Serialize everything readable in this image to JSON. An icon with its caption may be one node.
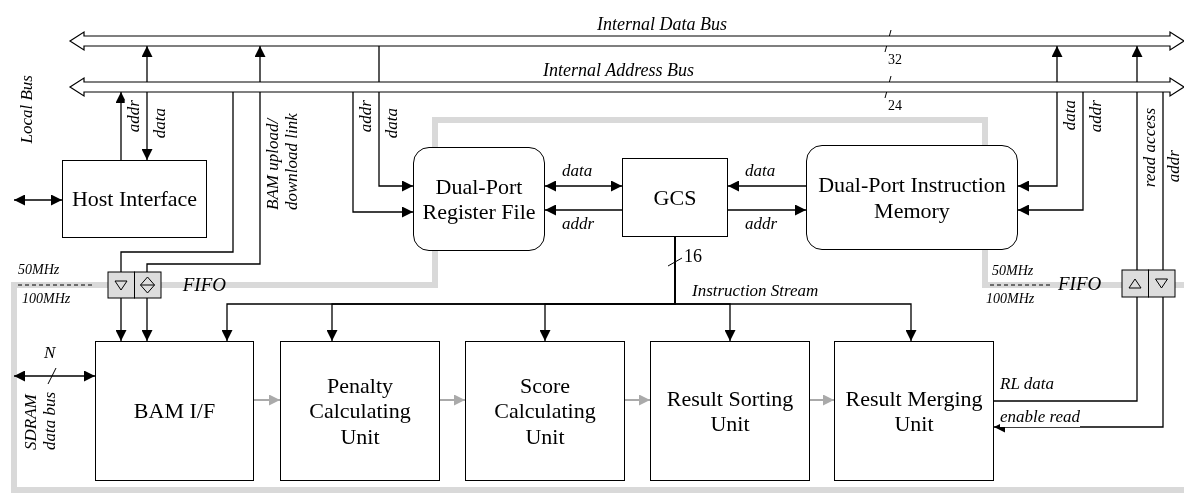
{
  "diagram": {
    "nodes": [
      {
        "text": [
          "Internal Data Bus"
        ],
        "beside": [
          "32"
        ]
      },
      {
        "text": [
          "Internal Address Bus"
        ],
        "beside": [
          "24"
        ]
      },
      {
        "text": [
          "Host Interface"
        ]
      },
      {
        "text": [
          "Dual-Port Register File"
        ]
      },
      {
        "text": [
          "GCS"
        ]
      },
      {
        "text": [
          "Dual-Port Instruction Memory"
        ]
      },
      {
        "text": [
          "FIFO"
        ]
      },
      {
        "text": [
          "FIFO"
        ]
      },
      {
        "text": [
          "BAM I/F"
        ]
      },
      {
        "text": [
          "Penalty Calculating Unit"
        ]
      },
      {
        "text": [
          "Score Calculating Unit"
        ]
      },
      {
        "text": [
          "Result Sorting Unit"
        ]
      },
      {
        "text": [
          "Result Merging Unit"
        ]
      }
    ],
    "edges": [
      {
        "from": null,
        "to": 2,
        "arrow": "both",
        "label": "Local Bus"
      },
      {
        "from": 2,
        "to": 1,
        "arrow": "to",
        "label": "addr"
      },
      {
        "from": 0,
        "to": 2,
        "arrow": "both",
        "label": "data"
      },
      {
        "from": 1,
        "to": 6,
        "arrow": "none"
      },
      {
        "from": 6,
        "to": 0,
        "arrow": "to",
        "label": "BAM upload/ download link"
      },
      {
        "from": 1,
        "to": 3,
        "arrow": "to",
        "label": "addr"
      },
      {
        "from": 0,
        "to": 3,
        "arrow": "to",
        "label": "data"
      },
      {
        "from": 3,
        "to": 4,
        "arrow": "both",
        "label": "data"
      },
      {
        "from": 4,
        "to": 3,
        "arrow": "to",
        "label": "addr"
      },
      {
        "from": 5,
        "to": 4,
        "arrow": "to",
        "label": "data"
      },
      {
        "from": 4,
        "to": 5,
        "arrow": "to",
        "label": "addr"
      },
      {
        "from": 0,
        "to": 5,
        "arrow": "both",
        "label": "data"
      },
      {
        "from": 1,
        "to": 5,
        "arrow": "to",
        "label": "addr"
      },
      {
        "from": 7,
        "to": 0,
        "arrow": "to",
        "label": "read access"
      },
      {
        "from": 1,
        "to": 7,
        "arrow": "none",
        "label": "addr"
      },
      {
        "from": 6,
        "to": 8,
        "arrow": "to"
      },
      {
        "from": 6,
        "to": 8,
        "arrow": "to"
      },
      {
        "from": null,
        "to": 8,
        "arrow": "both",
        "label": "SDRAM data bus"
      },
      {
        "from": 4,
        "to": 8,
        "arrow": "to"
      },
      {
        "from": 4,
        "to": 9,
        "arrow": "to"
      },
      {
        "from": 4,
        "to": 10,
        "arrow": "to"
      },
      {
        "from": 4,
        "to": 11,
        "arrow": "to"
      },
      {
        "from": 4,
        "to": 12,
        "arrow": "to"
      },
      {
        "from": 8,
        "to": 9,
        "arrow": "to",
        "color": "#aaaaaa"
      },
      {
        "from": 9,
        "to": 10,
        "arrow": "to",
        "color": "#aaaaaa"
      },
      {
        "from": 10,
        "to": 11,
        "arrow": "to",
        "color": "#aaaaaa"
      },
      {
        "from": 11,
        "to": 12,
        "arrow": "to",
        "color": "#aaaaaa"
      },
      {
        "from": 12,
        "to": 7,
        "arrow": "none",
        "label": "RL data"
      },
      {
        "from": 7,
        "to": 12,
        "arrow": "to",
        "label": "enable read"
      }
    ],
    "labels": [
      "16",
      "Instruction Stream",
      "50MHz",
      "100MHz",
      "50MHz",
      "100MHz",
      "N"
    ]
  }
}
